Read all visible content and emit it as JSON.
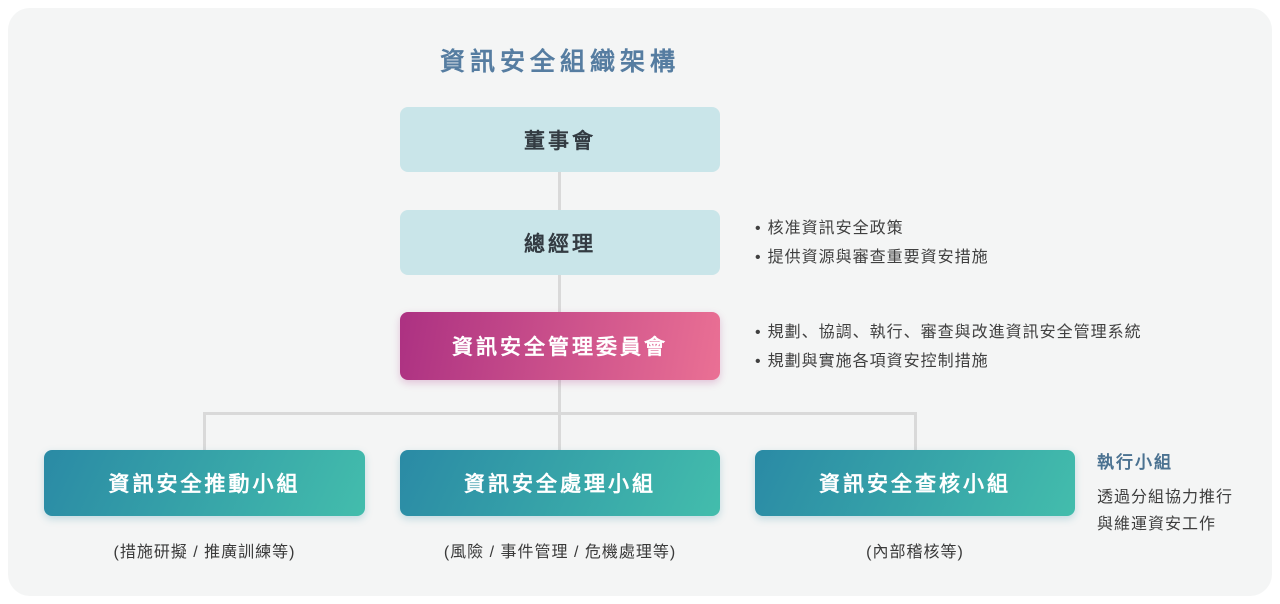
{
  "title": "資訊安全組織架構",
  "glyphs": {
    "bullet": "•"
  },
  "colors": {
    "background": "#ffffff",
    "panel": "#f4f5f5",
    "title_accent": "#567da1",
    "light_box": "#c9e5e9",
    "light_box_text": "#333b42",
    "pink_gradient_start": "#ac3182",
    "pink_gradient_end": "#ea7094",
    "teal_gradient_start": "#2a8aa5",
    "teal_gradient_end": "#43bdac",
    "connector": "#d9d9d9",
    "body_text": "#404040",
    "side_heading": "#4b7291"
  },
  "nodes": {
    "board": {
      "label": "董事會"
    },
    "gm": {
      "label": "總經理",
      "bullets": [
        "核准資訊安全政策",
        "提供資源與審查重要資安措施"
      ]
    },
    "committee": {
      "label": "資訊安全管理委員會",
      "bullets": [
        "規劃、協調、執行、審查與改進資訊安全管理系統",
        "規劃與實施各項資安控制措施"
      ]
    },
    "teams": [
      {
        "label": "資訊安全推動小組",
        "caption": "(措施研擬 / 推廣訓練等)"
      },
      {
        "label": "資訊安全處理小組",
        "caption": "(風險 / 事件管理 / 危機處理等)"
      },
      {
        "label": "資訊安全查核小組",
        "caption": "(內部稽核等)"
      }
    ]
  },
  "side_note": {
    "heading": "執行小組",
    "lines": [
      "透過分組協力推行",
      "與維運資安工作"
    ]
  }
}
